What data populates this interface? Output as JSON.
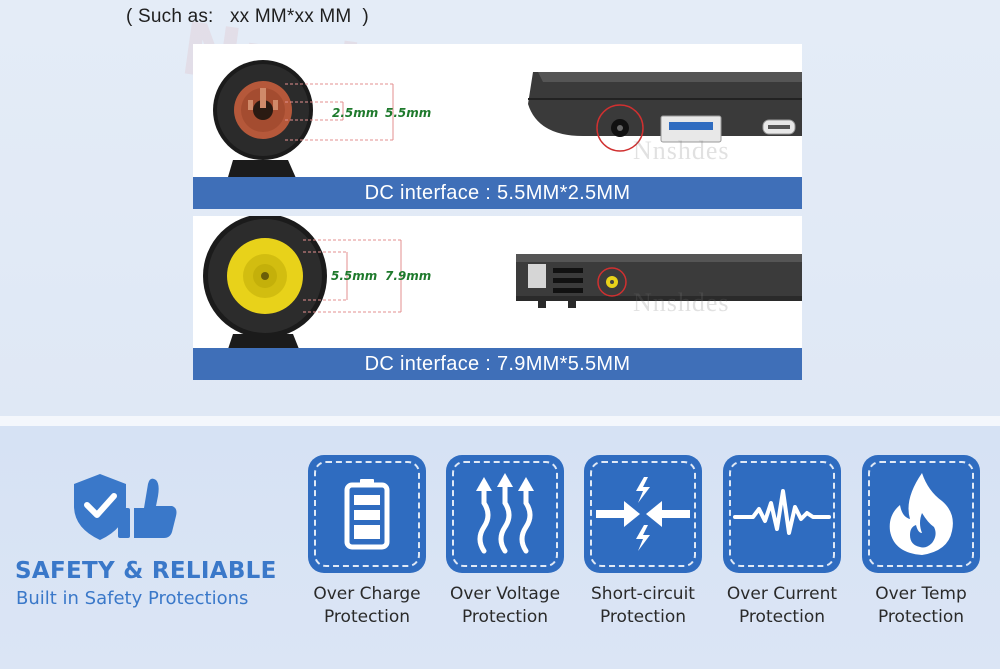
{
  "top": {
    "hint": "( Such as:   xx MM*xx MM  )",
    "watermark_large": "Nnshdes",
    "panels": [
      {
        "bar_label": "DC interface : 5.5MM*2.5MM",
        "dim_inner": "2.5mm",
        "dim_outer": "5.5mm",
        "watermark": "Nnshdes",
        "connector_color": "#b5583a"
      },
      {
        "bar_label": "DC interface : 7.9MM*5.5MM",
        "dim_inner": "5.5mm",
        "dim_outer": "7.9mm",
        "watermark": "Nnshdes",
        "connector_color": "#e8d21a"
      }
    ]
  },
  "bottom": {
    "brand": {
      "title": "SAFETY & RELIABLE",
      "subtitle": "Built in Safety Protections",
      "icon": "shield-thumbs-up-icon",
      "accent": "#3a78c9"
    },
    "features": [
      {
        "line1": "Over Charge",
        "line2": "Protection",
        "icon": "battery-icon"
      },
      {
        "line1": "Over Voltage",
        "line2": "Protection",
        "icon": "rising-arrows-icon"
      },
      {
        "line1": "Short-circuit",
        "line2": "Protection",
        "icon": "short-circuit-icon"
      },
      {
        "line1": "Over Current",
        "line2": "Protection",
        "icon": "current-wave-icon"
      },
      {
        "line1": "Over Temp",
        "line2": "Protection",
        "icon": "flame-icon"
      }
    ],
    "tile_color": "#2f6cc0"
  }
}
